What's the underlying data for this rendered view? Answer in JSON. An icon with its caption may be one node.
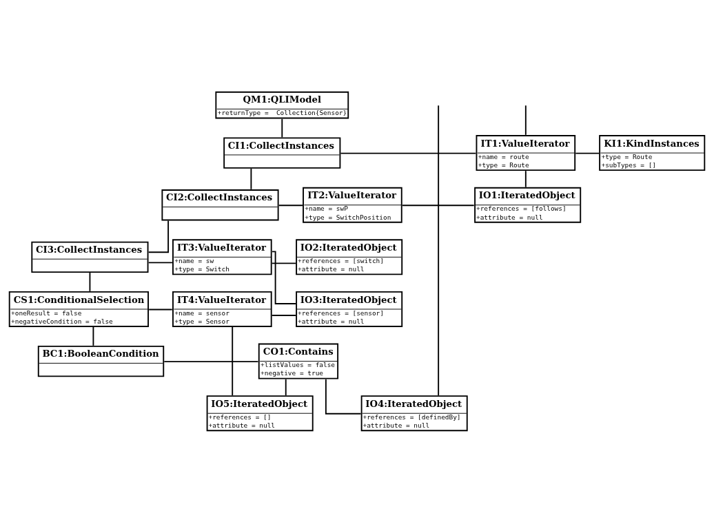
{
  "diagram": {
    "nodes": [
      {
        "text": [
          "QM1:QLIModel",
          "+returnType =  Collection{Sensor}"
        ]
      },
      {
        "text": [
          "CI1:CollectInstances"
        ]
      },
      {
        "text": [
          "IT1:ValueIterator",
          "+name = route",
          "+type = Route"
        ]
      },
      {
        "text": [
          "KI1:KindInstances",
          "+type = Route",
          "+subTypes = []"
        ]
      },
      {
        "text": [
          "CI2:CollectInstances"
        ]
      },
      {
        "text": [
          "IT2:ValueIterator",
          "+name = swP",
          "+type = SwitchPosition"
        ]
      },
      {
        "text": [
          "IO1:IteratedObject",
          "+references = [follows]",
          "+attribute = null"
        ]
      },
      {
        "text": [
          "CI3:CollectInstances"
        ]
      },
      {
        "text": [
          "IT3:ValueIterator",
          "+name = sw",
          "+type = Switch"
        ]
      },
      {
        "text": [
          "IO2:IteratedObject",
          "+references = [switch]",
          "+attribute = null"
        ]
      },
      {
        "text": [
          "CS1:ConditionalSelection",
          "+oneResult = false",
          "+negativeCondition = false"
        ]
      },
      {
        "text": [
          "IT4:ValueIterator",
          "+name = sensor",
          "+type = Sensor"
        ]
      },
      {
        "text": [
          "IO3:IteratedObject",
          "+references = [sensor]",
          "+attribute = null"
        ]
      },
      {
        "text": [
          "IO5:IteratedObject",
          "+references = []",
          "+attribute = null"
        ]
      },
      {
        "text": [
          "BC1:BooleanCondition"
        ]
      },
      {
        "text": [
          "CO1:Contains",
          "+listValues = false",
          "+negative = true"
        ]
      },
      {
        "text": [
          "IO4:IteratedObject",
          "+references = [definedBy]",
          "+attribute = null"
        ]
      }
    ],
    "edges": [
      {
        "from": 0,
        "to": 1,
        "arrow": "none"
      },
      {
        "from": 1,
        "to": 2,
        "arrow": "none"
      },
      {
        "from": 2,
        "to": 3,
        "arrow": "none"
      },
      {
        "from": 2,
        "to": null,
        "arrow": "none"
      },
      {
        "from": 2,
        "to": 6,
        "arrow": "none"
      },
      {
        "from": 1,
        "to": 4,
        "arrow": "none"
      },
      {
        "from": 4,
        "to": 5,
        "arrow": "none"
      },
      {
        "from": 5,
        "to": 6,
        "arrow": "none"
      },
      {
        "from": 4,
        "to": 7,
        "arrow": "none"
      },
      {
        "from": 7,
        "to": 8,
        "arrow": "none"
      },
      {
        "from": 8,
        "to": 9,
        "arrow": "none"
      },
      {
        "from": 8,
        "to": 12,
        "arrow": "none"
      },
      {
        "from": 7,
        "to": 10,
        "arrow": "none"
      },
      {
        "from": 10,
        "to": 11,
        "arrow": "none"
      },
      {
        "from": 11,
        "to": 12,
        "arrow": "none"
      },
      {
        "from": 11,
        "to": 13,
        "arrow": "none"
      },
      {
        "from": 10,
        "to": 14,
        "arrow": "none"
      },
      {
        "from": 14,
        "to": 15,
        "arrow": "none"
      },
      {
        "from": 15,
        "to": 13,
        "arrow": "none"
      },
      {
        "from": 15,
        "to": 16,
        "arrow": "none"
      },
      {
        "from": 16,
        "to": null,
        "arrow": "none"
      }
    ]
  }
}
